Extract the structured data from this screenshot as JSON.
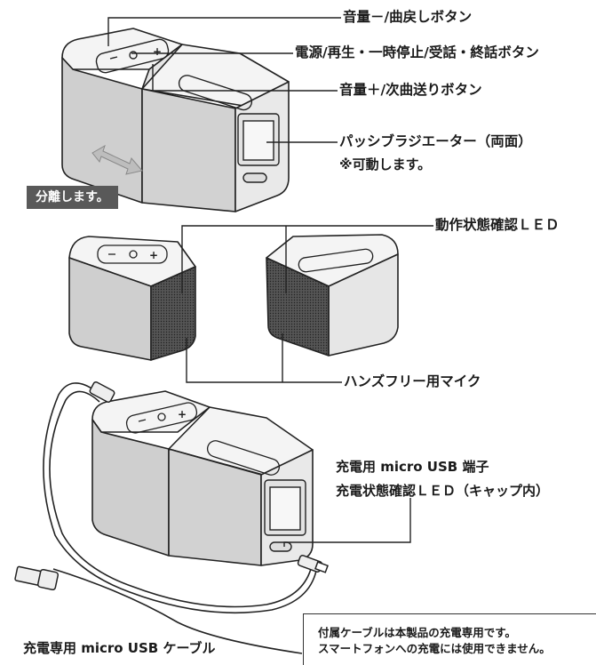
{
  "labels": {
    "vol_down": "音量－/曲戻しボタン",
    "power": "電源/再生・一時停止/受話・終話ボタン",
    "vol_up": "音量＋/次曲送りボタン",
    "radiator_1": "パッシブラジエーター（両面）",
    "radiator_2": "※可動します。",
    "status_led": "動作状態確認ＬＥＤ",
    "mic": "ハンズフリー用マイク",
    "usb_port": "充電用 micro USB 端子",
    "charge_led": "充電状態確認ＬＥＤ（キャップ内）",
    "cable": "充電専用 micro USB ケーブル"
  },
  "badge": {
    "separate": "分離します。"
  },
  "note": {
    "line1": "付属ケーブルは本製品の充電専用です。",
    "line2": "スマートフォンへの充電には使用できません。"
  },
  "colors": {
    "line": "#1a1a1a",
    "body": "#cfcfcf",
    "badge": "#595959"
  }
}
